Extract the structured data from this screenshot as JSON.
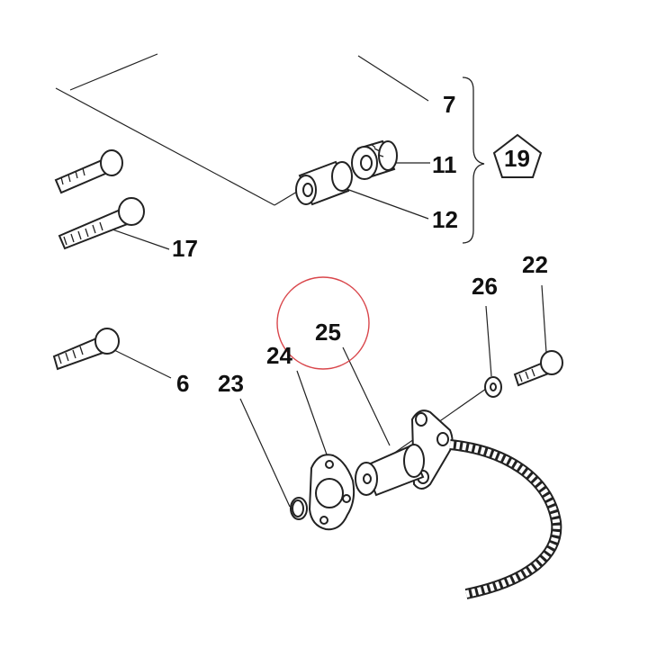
{
  "labels": {
    "l7": "7",
    "l11": "11",
    "l12": "12",
    "l19": "19",
    "l17": "17",
    "l6": "6",
    "l22": "22",
    "l26": "26",
    "l25": "25",
    "l24": "24",
    "l23": "23"
  },
  "colors": {
    "highlight_circle": "#d9464b",
    "line": "#222222"
  }
}
